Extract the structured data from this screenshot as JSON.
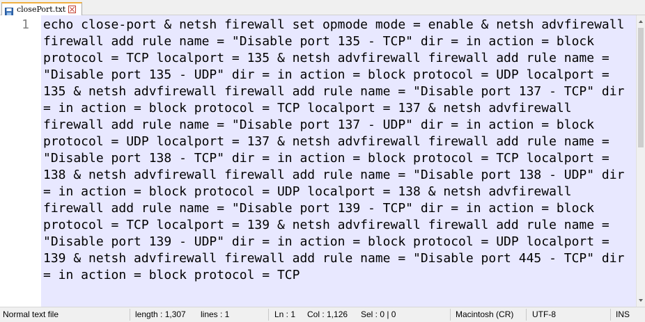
{
  "tab": {
    "filename": "closePort.txt",
    "save_icon": "floppy-disk-icon",
    "close_icon": "close-icon"
  },
  "editor": {
    "line_number": "1",
    "content": "echo close-port & netsh firewall set opmode mode = enable & netsh advfirewall firewall add rule name = \"Disable port 135 - TCP\" dir = in action = block protocol = TCP localport = 135 & netsh advfirewall firewall add rule name = \"Disable port 135 - UDP\" dir = in action = block protocol = UDP localport = 135 & netsh advfirewall firewall add rule name = \"Disable port 137 - TCP\" dir = in action = block protocol = TCP localport = 137 & netsh advfirewall firewall add rule name = \"Disable port 137 - UDP\" dir = in action = block protocol = UDP localport = 137 & netsh advfirewall firewall add rule name = \"Disable port 138 - TCP\" dir = in action = block protocol = TCP localport = 138 & netsh advfirewall firewall add rule name = \"Disable port 138 - UDP\" dir = in action = block protocol = UDP localport = 138 & netsh advfirewall firewall add rule name = \"Disable port 139 - TCP\" dir = in action = block protocol = TCP localport = 139 & netsh advfirewall firewall add rule name = \"Disable port 139 - UDP\" dir = in action = block protocol = UDP localport = 139 & netsh advfirewall firewall add rule name = \"Disable port 445 - TCP\" dir = in action = block protocol = TCP"
  },
  "statusbar": {
    "file_type": "Normal text file",
    "length": "length : 1,307",
    "lines": "lines : 1",
    "ln": "Ln : 1",
    "col": "Col : 1,126",
    "sel": "Sel : 0 | 0",
    "eol": "Macintosh (CR)",
    "encoding": "UTF-8",
    "insert_mode": "INS"
  },
  "colors": {
    "current_line_bg": "#e8e8ff",
    "tab_accent": "#f0b040",
    "close_red": "#c0392b"
  }
}
